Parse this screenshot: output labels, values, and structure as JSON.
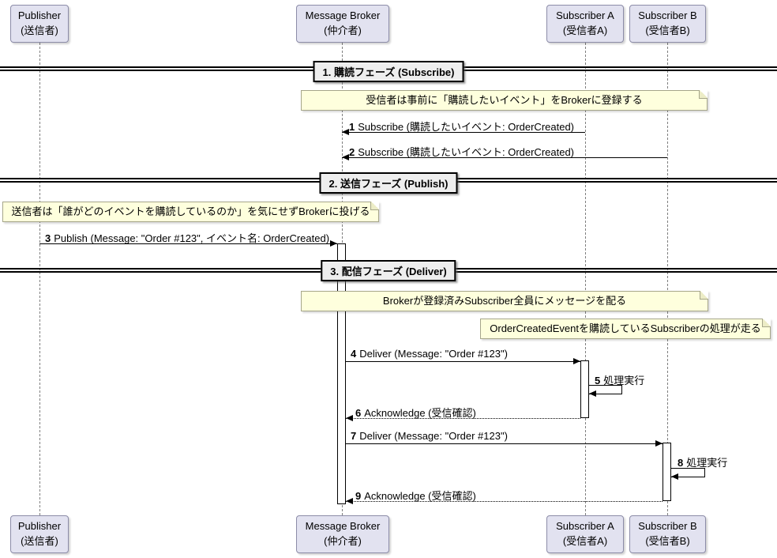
{
  "colors": {
    "participant_fill": "#E2E2F0",
    "participant_border": "#8C8CA8",
    "note_fill": "#FEFFDD",
    "note_border": "#A6A68A",
    "divider_fill": "#EEEEEE",
    "line": "#181818",
    "lifeline": "#7F7F7F",
    "background": "#FFFFFF"
  },
  "participants": [
    {
      "id": "publisher",
      "name": "Publisher",
      "role": "(送信者)"
    },
    {
      "id": "broker",
      "name": "Message Broker",
      "role": "(仲介者)"
    },
    {
      "id": "subscriber-a",
      "name": "Subscriber A",
      "role": "(受信者A)"
    },
    {
      "id": "subscriber-b",
      "name": "Subscriber B",
      "role": "(受信者B)"
    }
  ],
  "dividers": [
    {
      "label": "1. 購読フェーズ (Subscribe)"
    },
    {
      "label": "2. 送信フェーズ (Publish)"
    },
    {
      "label": "3. 配信フェーズ (Deliver)"
    }
  ],
  "notes": [
    {
      "text": "受信者は事前に「購読したいイベント」をBrokerに登録する"
    },
    {
      "text": "送信者は「誰がどのイベントを購読しているのか」を気にせずBrokerに投げる"
    },
    {
      "text": "Brokerが登録済みSubscriber全員にメッセージを配る"
    },
    {
      "text": "OrderCreatedEventを購読しているSubscriberの処理が走る"
    }
  ],
  "messages": [
    {
      "num": "1",
      "label": "Subscribe (購読したいイベント: OrderCreated)",
      "from": "Subscriber A",
      "to": "Message Broker",
      "style": "solid"
    },
    {
      "num": "2",
      "label": "Subscribe (購読したいイベント: OrderCreated)",
      "from": "Subscriber B",
      "to": "Message Broker",
      "style": "solid"
    },
    {
      "num": "3",
      "label": "Publish (Message: \"Order #123\", イベント名: OrderCreated)",
      "from": "Publisher",
      "to": "Message Broker",
      "style": "solid"
    },
    {
      "num": "4",
      "label": "Deliver (Message: \"Order #123\")",
      "from": "Message Broker",
      "to": "Subscriber A",
      "style": "solid"
    },
    {
      "num": "5",
      "label": "処理実行",
      "from": "Subscriber A",
      "to": "Subscriber A",
      "style": "self"
    },
    {
      "num": "6",
      "label": "Acknowledge (受信確認)",
      "from": "Subscriber A",
      "to": "Message Broker",
      "style": "dashed"
    },
    {
      "num": "7",
      "label": "Deliver (Message: \"Order #123\")",
      "from": "Message Broker",
      "to": "Subscriber B",
      "style": "solid"
    },
    {
      "num": "8",
      "label": "処理実行",
      "from": "Subscriber B",
      "to": "Subscriber B",
      "style": "self"
    },
    {
      "num": "9",
      "label": "Acknowledge (受信確認)",
      "from": "Subscriber B",
      "to": "Message Broker",
      "style": "dashed"
    }
  ]
}
